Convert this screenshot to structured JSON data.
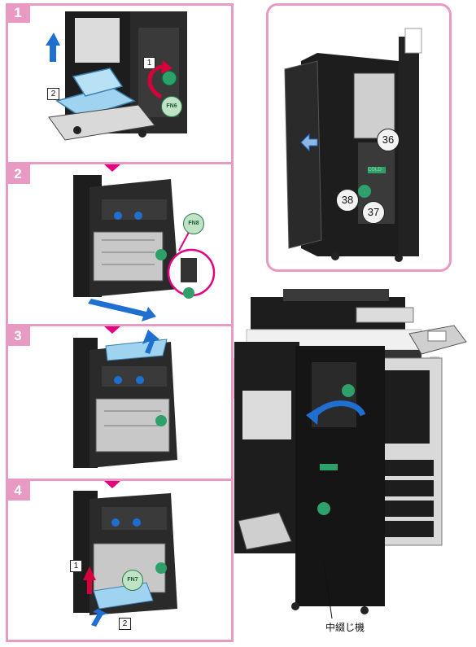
{
  "steps": [
    {
      "number": "1",
      "callouts": [
        "1",
        "2"
      ],
      "fn": "FN6"
    },
    {
      "number": "2",
      "fn": "FN8"
    },
    {
      "number": "3"
    },
    {
      "number": "4",
      "callouts": [
        "1",
        "2"
      ],
      "fn": "FN7"
    }
  ],
  "detail": {
    "parts": [
      "36",
      "38",
      "37"
    ],
    "label_small": "COLD"
  },
  "machine_caption": "中綴じ機",
  "colors": {
    "panel_border": "#e99ac2",
    "arrow_blue": "#1f6fd0",
    "arrow_red": "#d6003a",
    "pointer_pink": "#e4007f",
    "knob_green": "#2ea06a"
  }
}
